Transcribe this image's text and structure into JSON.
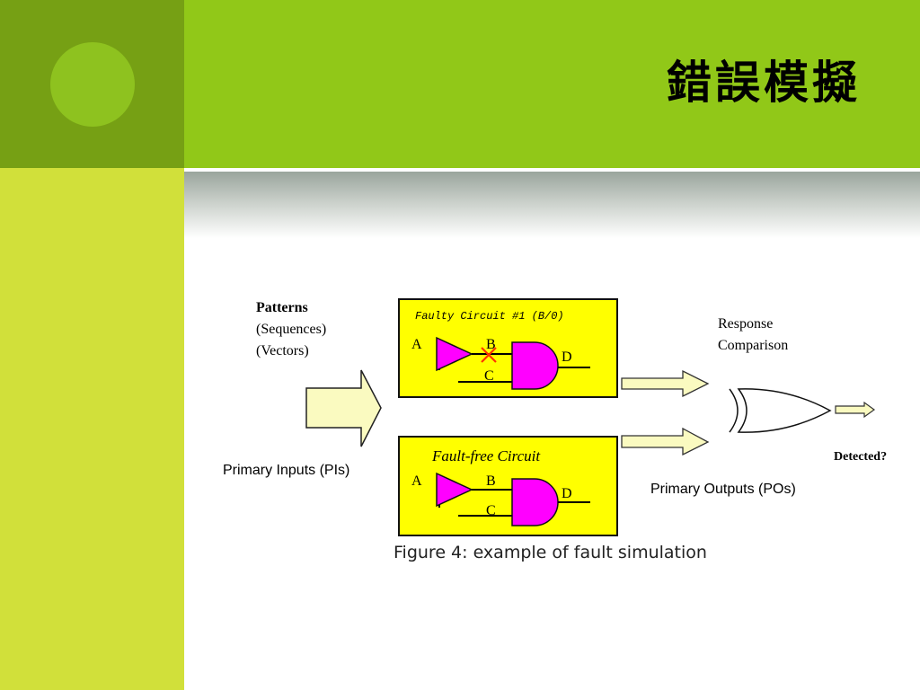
{
  "slide": {
    "title": "錯誤模擬",
    "caption": "Figure 4: example of fault simulation"
  },
  "diagram": {
    "patterns_title": "Patterns",
    "patterns_line1": "(Sequences)",
    "patterns_line2": "(Vectors)",
    "primary_inputs": "Primary Inputs (PIs)",
    "faulty_title": "Faulty Circuit #1 (B/0)",
    "faultfree_title": "Fault-free Circuit",
    "signal_a": "A",
    "signal_b": "B",
    "signal_c": "C",
    "signal_d": "D",
    "response_line1": "Response",
    "response_line2": "Comparison",
    "detected": "Detected?",
    "primary_outputs": "Primary Outputs (POs)"
  },
  "colors": {
    "box_fill": "#ffff00",
    "gate_fill": "#ff00ff",
    "arrow_fill": "#fafac0",
    "fault_mark": "#ff3300"
  }
}
